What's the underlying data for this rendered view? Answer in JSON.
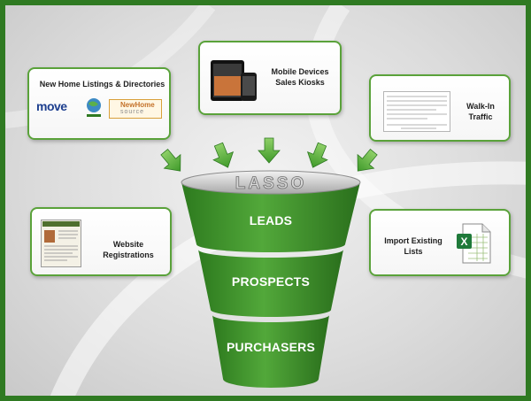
{
  "funnel": {
    "brand": "LASSO",
    "stages": [
      {
        "label": "LEADS"
      },
      {
        "label": "PROSPECTS"
      },
      {
        "label": "PURCHASERS"
      }
    ]
  },
  "sources": {
    "listings": {
      "title": "New Home Listings & Directories",
      "logo_move": "move",
      "logo_nhs_line1": "NewHome",
      "logo_nhs_line2": "source"
    },
    "mobile": {
      "line1": "Mobile Devices",
      "line2": "Sales Kiosks"
    },
    "walkin": {
      "title": "Walk-In Traffic"
    },
    "website": {
      "title": "Website Registrations"
    },
    "import": {
      "line1": "Import Existing",
      "line2": "Lists"
    }
  },
  "colors": {
    "accent": "#2f7a22",
    "funnel": "#3b8d28",
    "arrow": "#5db33c"
  }
}
